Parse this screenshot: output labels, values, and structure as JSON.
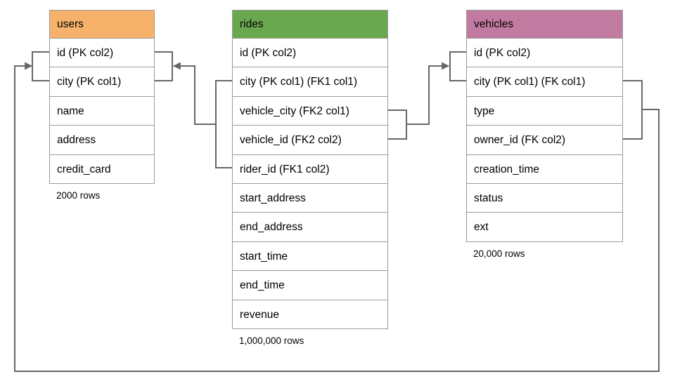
{
  "diagram": {
    "tables": [
      {
        "name": "users",
        "header_color": "#f6b26b",
        "columns": [
          "id (PK col2)",
          "city (PK col1)",
          "name",
          "address",
          "credit_card"
        ],
        "row_count": "2000 rows"
      },
      {
        "name": "rides",
        "header_color": "#6aa84f",
        "columns": [
          "id (PK col2)",
          "city (PK col1) (FK1 col1)",
          "vehicle_city (FK2 col1)",
          "vehicle_id (FK2 col2)",
          "rider_id (FK1 col2)",
          "start_address",
          "end_address",
          "start_time",
          "end_time",
          "revenue"
        ],
        "row_count": "1,000,000 rows"
      },
      {
        "name": "vehicles",
        "header_color": "#c27ba0",
        "columns": [
          "id (PK col2)",
          "city (PK col1) (FK col1)",
          "type",
          "owner_id (FK col2)",
          "creation_time",
          "status",
          "ext"
        ],
        "row_count": "20,000 rows"
      }
    ],
    "relationships": [
      {
        "from_table": "rides",
        "from_columns": [
          "city (FK1 col1)",
          "rider_id (FK1 col2)"
        ],
        "to_table": "users",
        "to_columns": [
          "id (PK col2)",
          "city (PK col1)"
        ]
      },
      {
        "from_table": "rides",
        "from_columns": [
          "vehicle_city (FK2 col1)",
          "vehicle_id (FK2 col2)"
        ],
        "to_table": "vehicles",
        "to_columns": [
          "id (PK col2)",
          "city (PK col1)"
        ]
      },
      {
        "from_table": "vehicles",
        "from_columns": [
          "city (FK col1)",
          "owner_id (FK col2)"
        ],
        "to_table": "users",
        "to_columns": [
          "id (PK col2)",
          "city (PK col1)"
        ]
      }
    ],
    "colors": {
      "line": "#666666",
      "table_border": "#9a9a9a",
      "background": "#ffffff",
      "text": "#000000"
    }
  }
}
